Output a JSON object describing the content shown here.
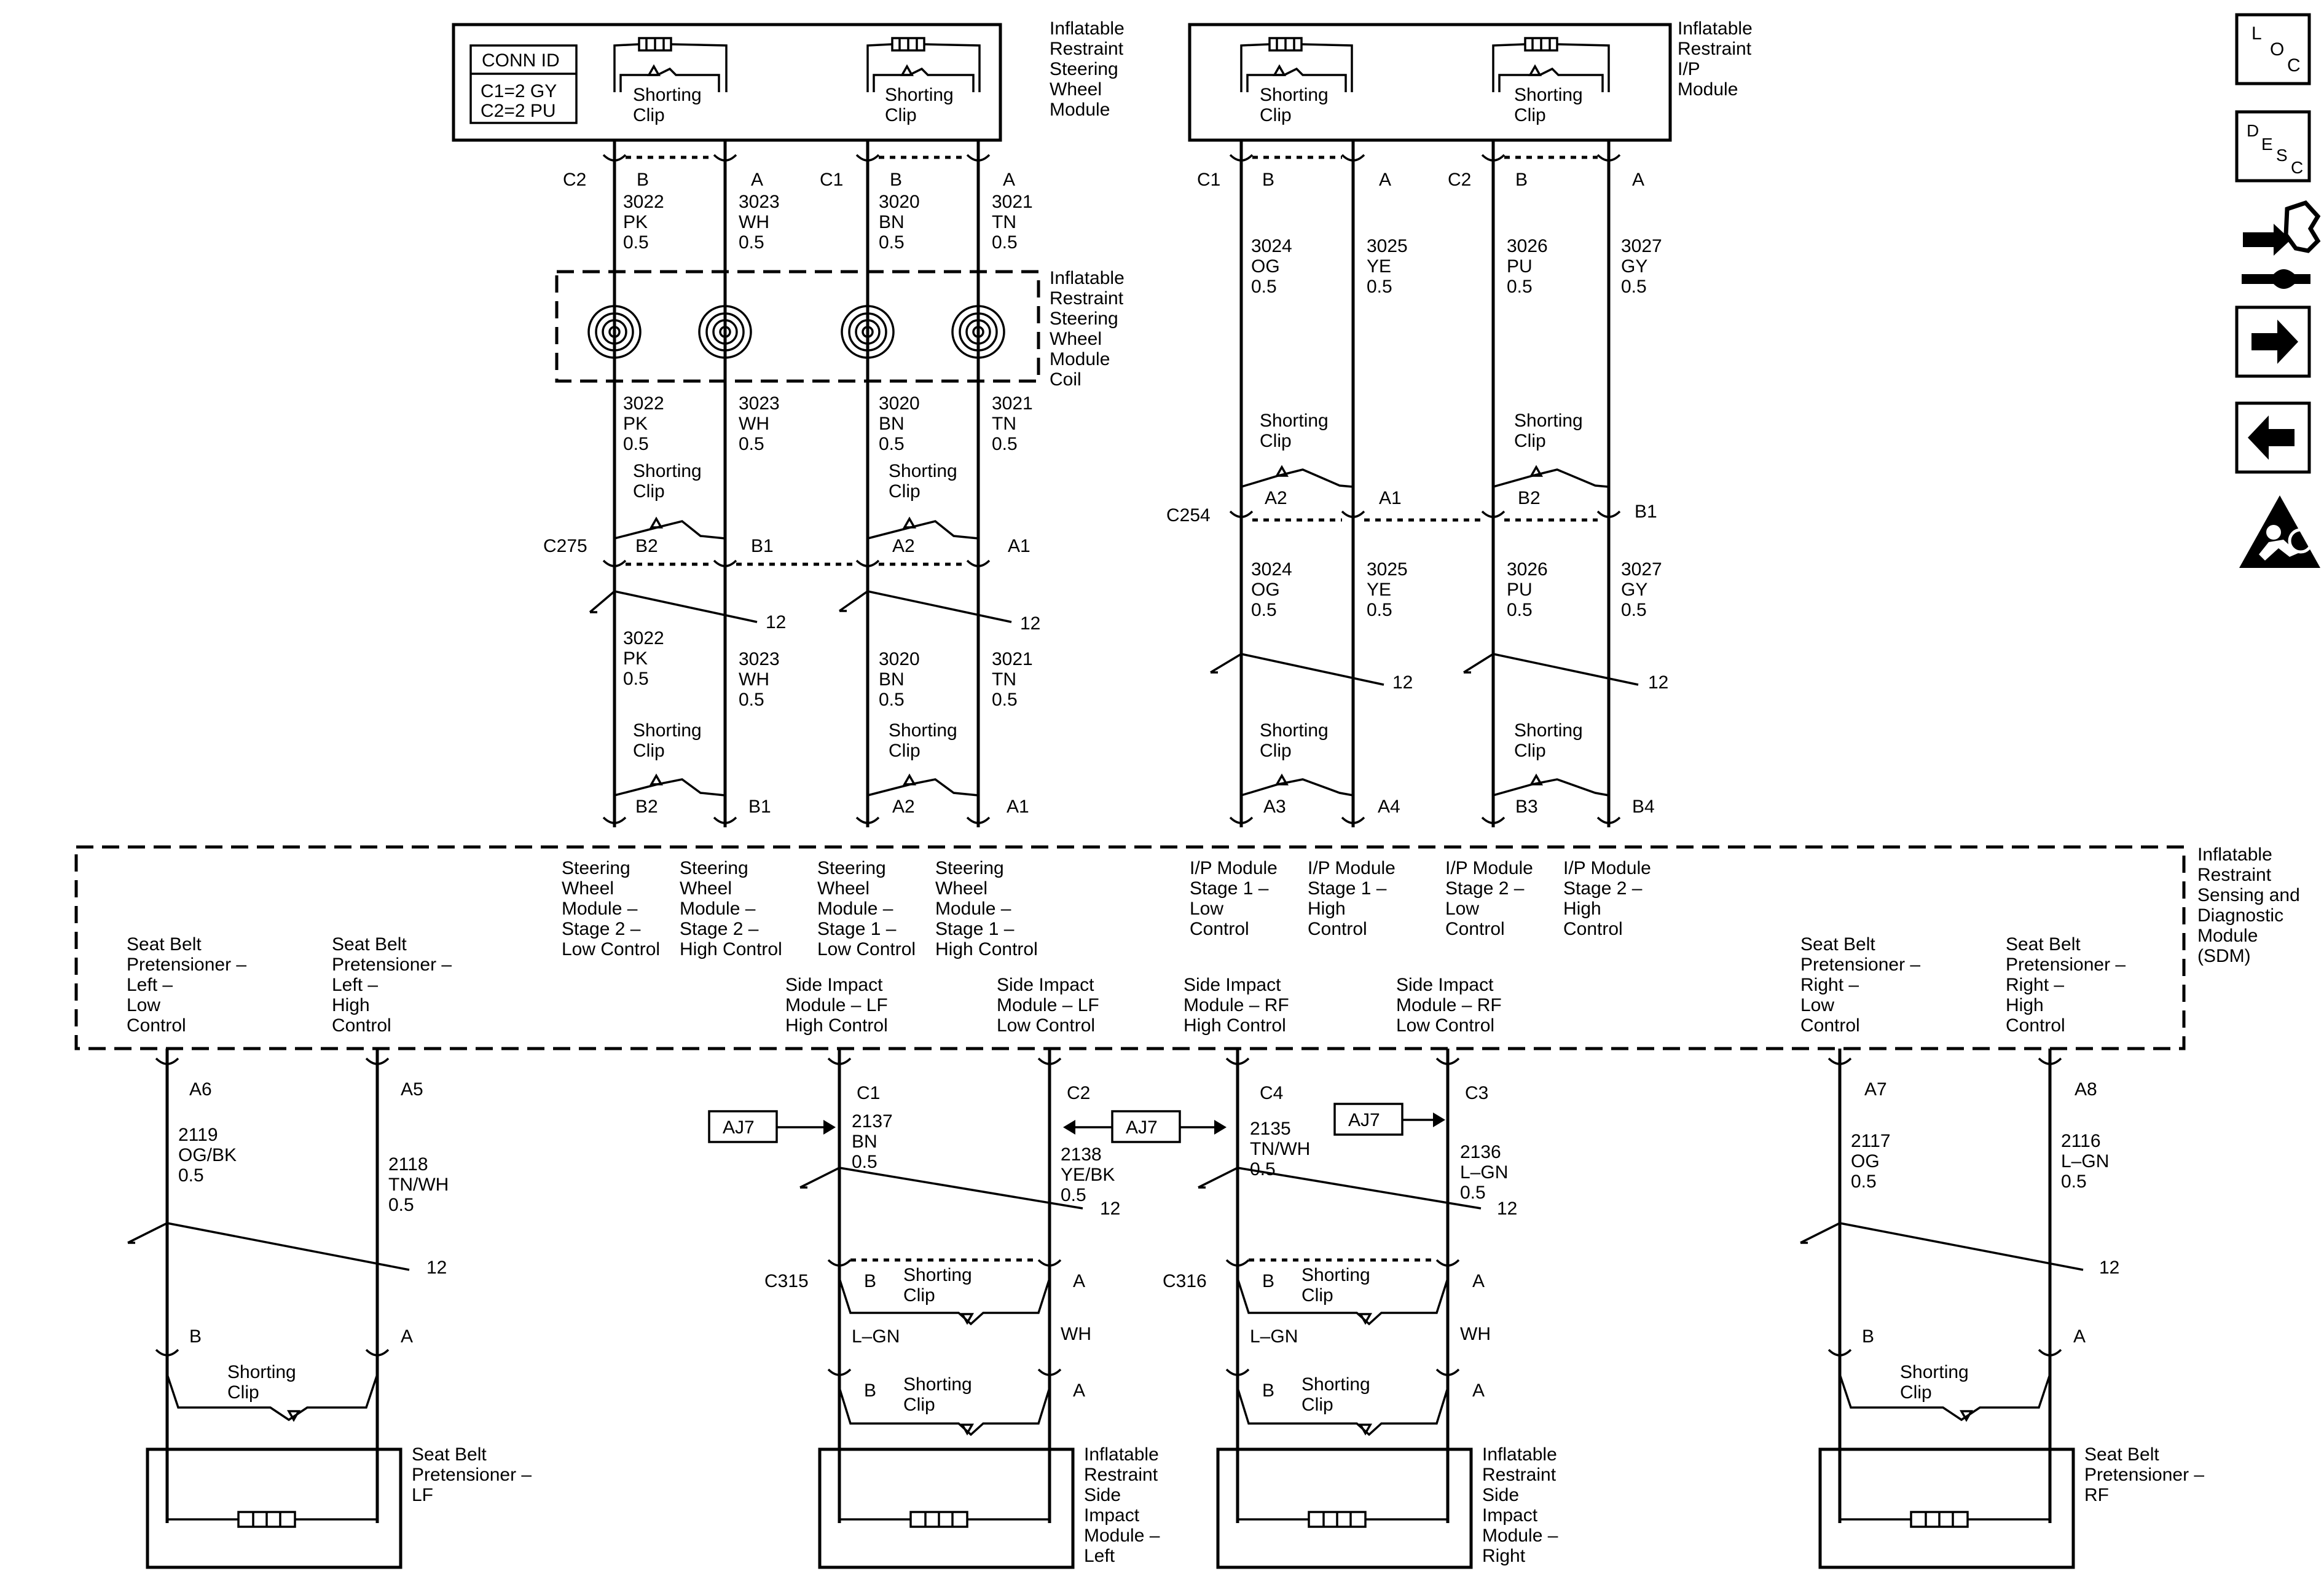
{
  "conn_id": {
    "title": "CONN ID",
    "line1": "C1=2 GY",
    "line2": "C2=2 PU"
  },
  "components": {
    "sw_module": "Inflatable|Restraint|Steering|Wheel|Module",
    "ip_module": "Inflatable|Restraint|I/P|Module",
    "sw_coil": "Inflatable|Restraint|Steering|Wheel|Module|Coil",
    "sdm": "Inflatable|Restraint|Sensing and|Diagnostic|Module|(SDM)",
    "pret_lf": "Seat Belt|Pretensioner –|LF",
    "pret_rf": "Seat Belt|Pretensioner –|RF",
    "side_left": "Inflatable|Restraint|Side|Impact|Module –|Left",
    "side_right": "Inflatable|Restraint|Side|Impact|Module –|Right"
  },
  "shorting_clip": "Shorting|Clip",
  "connectors": {
    "C2": "C2",
    "C1": "C1",
    "C275": "C275",
    "C254": "C254",
    "C315": "C315",
    "C316": "C316",
    "C4": "C4",
    "C3": "C3"
  },
  "pins": {
    "B": "B",
    "A": "A",
    "B1": "B1",
    "B2": "B2",
    "A1": "A1",
    "A2": "A2",
    "A3": "A3",
    "A4": "A4",
    "B3": "B3",
    "B4": "B4",
    "A5": "A5",
    "A6": "A6",
    "A7": "A7",
    "A8": "A8"
  },
  "wires": {
    "w3022": "3022|PK|0.5",
    "w3023": "3023|WH|0.5",
    "w3020": "3020|BN|0.5",
    "w3021": "3021|TN|0.5",
    "w3024": "3024|OG|0.5",
    "w3025": "3025|YE|0.5",
    "w3026": "3026|PU|0.5",
    "w3027": "3027|GY|0.5",
    "w2119": "2119|OG/BK|0.5",
    "w2118": "2118|TN/WH|0.5",
    "w2137": "2137|BN|0.5",
    "w2138": "2138|YE/BK|0.5",
    "w2135": "2135|TN/WH|0.5",
    "w2136": "2136|L–GN|0.5",
    "w2117": "2117|OG|0.5",
    "w2116": "2116|L–GN|0.5"
  },
  "colors": {
    "lgn": "L–GN",
    "wh": "WH"
  },
  "twist": "12",
  "sdm_circuits": {
    "sw_s2_low": "Steering|Wheel|Module –|Stage 2 –|Low Control",
    "sw_s2_high": "Steering|Wheel|Module –|Stage 2 –|High Control",
    "sw_s1_low": "Steering|Wheel|Module –|Stage 1 –|Low Control",
    "sw_s1_high": "Steering|Wheel|Module –|Stage 1 –|High Control",
    "ip_s1_low": "I/P Module|Stage 1 –|Low|Control",
    "ip_s1_high": "I/P Module|Stage 1 –|High|Control",
    "ip_s2_low": "I/P Module|Stage 2 –|Low|Control",
    "ip_s2_high": "I/P Module|Stage 2 –|High|Control",
    "pret_l_low": "Seat Belt|Pretensioner –|Left –|Low|Control",
    "pret_l_high": "Seat Belt|Pretensioner –|Left –|High|Control",
    "side_lf_high": "Side Impact|Module – LF|High Control",
    "side_lf_low": "Side Impact|Module – LF|Low Control",
    "side_rf_high": "Side Impact|Module – RF|High Control",
    "side_rf_low": "Side Impact|Module – RF|Low Control",
    "pret_r_low": "Seat Belt|Pretensioner –|Right –|Low|Control",
    "pret_r_high": "Seat Belt|Pretensioner –|Right –|High|Control"
  },
  "aj7": "AJ7",
  "nav": {
    "loc": [
      "L",
      "O",
      "C"
    ],
    "desc": [
      "D",
      "E",
      "S",
      "C"
    ]
  },
  "icons": {
    "loc": "loc-icon",
    "desc": "desc-icon",
    "tool": "tool-icon",
    "next": "arrow-right-icon",
    "prev": "arrow-left-icon",
    "warn": "airbag-warning-icon"
  }
}
